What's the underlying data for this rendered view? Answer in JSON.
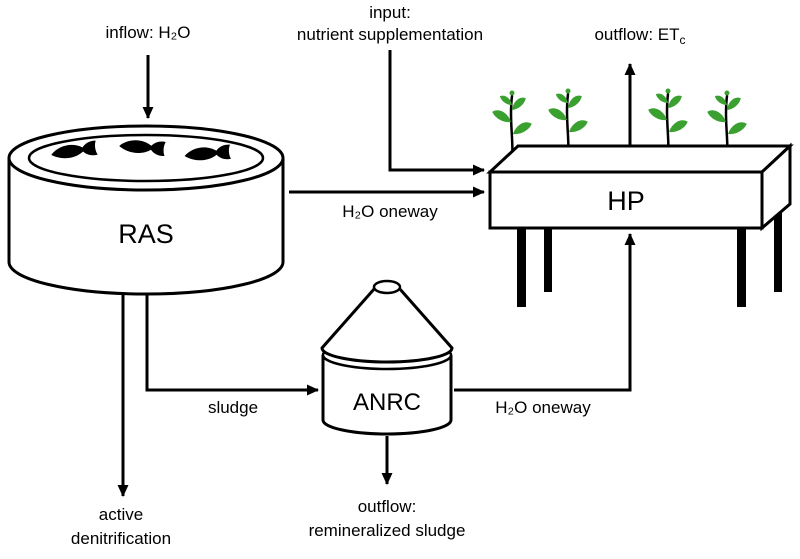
{
  "labels": {
    "inflow": "inflow: H₂O",
    "input_line1": "input:",
    "input_line2": "nutrient supplementation",
    "outflow_et": "outflow: ET",
    "outflow_et_sub": "c",
    "h2o_oneway_ras_hp": "H₂O oneway",
    "h2o_oneway_anrc_hp": "H₂O oneway",
    "sludge": "sludge",
    "ras": "RAS",
    "hp": "HP",
    "anrc": "ANRC",
    "active_denit_line1": "active",
    "active_denit_line2": "denitrification",
    "outflow_sludge_line1": "outflow:",
    "outflow_sludge_line2": "remineralized sludge"
  },
  "colors": {
    "line": "#000000",
    "plant_green": "#3aa02f",
    "background": "#ffffff"
  }
}
